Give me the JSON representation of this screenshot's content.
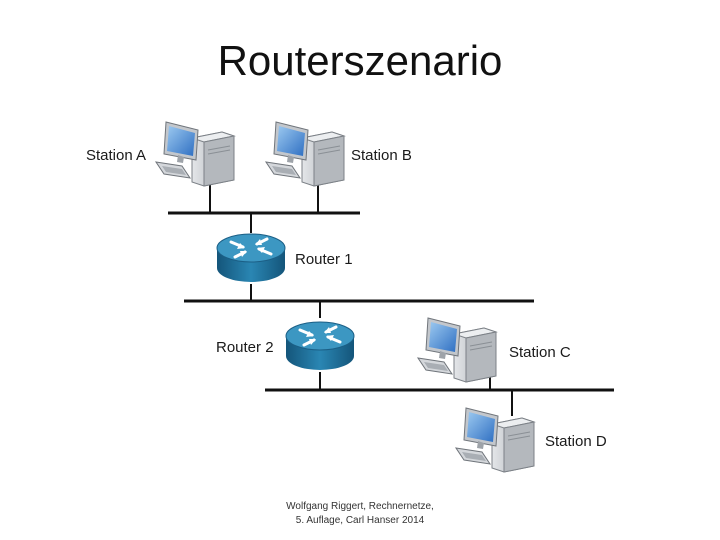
{
  "title": "Routerszenario",
  "nodes": {
    "station_a": {
      "label": "Station A",
      "icon": "workstation-icon"
    },
    "station_b": {
      "label": "Station B",
      "icon": "workstation-icon"
    },
    "router_1": {
      "label": "Router 1",
      "icon": "router-icon"
    },
    "router_2": {
      "label": "Router 2",
      "icon": "router-icon"
    },
    "station_c": {
      "label": "Station C",
      "icon": "workstation-icon"
    },
    "station_d": {
      "label": "Station D",
      "icon": "workstation-icon"
    }
  },
  "citation": {
    "line1": "Wolfgang Riggert, Rechnernetze,",
    "line2": "5. Auflage, Carl Hanser 2014"
  },
  "colors": {
    "router_top": "#3a8fb5",
    "router_body": "#1e6f9a",
    "monitor_frame": "#b8bcc2",
    "monitor_screen": "#3b7fd0",
    "tower": "#c9ccd0"
  }
}
